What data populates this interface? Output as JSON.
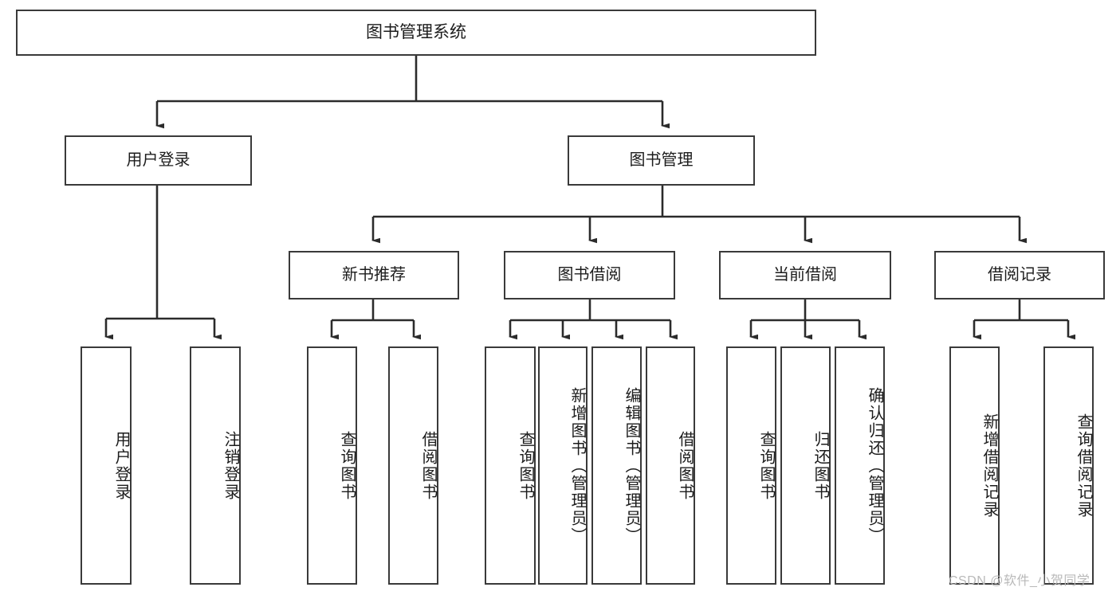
{
  "diagram": {
    "title": "图书管理系统",
    "type": "tree-hierarchy",
    "watermark": "CSDN @软件_小贺同学",
    "root": {
      "label": "图书管理系统"
    },
    "level2": [
      {
        "label": "用户登录"
      },
      {
        "label": "图书管理"
      }
    ],
    "level3": [
      {
        "label": "新书推荐"
      },
      {
        "label": "图书借阅"
      },
      {
        "label": "当前借阅"
      },
      {
        "label": "借阅记录"
      }
    ],
    "leaves": {
      "user_login": [
        {
          "label": "用户登录"
        },
        {
          "label": "注销登录"
        }
      ],
      "new_book_recommend": [
        {
          "label": "查询图书"
        },
        {
          "label": "借阅图书"
        }
      ],
      "book_borrow": [
        {
          "label": "查询图书"
        },
        {
          "label": "新增图书（管理员）"
        },
        {
          "label": "编辑图书（管理员）"
        },
        {
          "label": "借阅图书"
        }
      ],
      "current_borrow": [
        {
          "label": "查询图书"
        },
        {
          "label": "归还图书"
        },
        {
          "label": "确认归还（管理员）"
        }
      ],
      "borrow_record": [
        {
          "label": "新增借阅记录"
        },
        {
          "label": "查询借阅记录"
        }
      ]
    },
    "colors": {
      "border": "#3a3a3a",
      "text": "#1c1c1c",
      "background": "#ffffff",
      "watermark": "#b9b9b9"
    }
  }
}
